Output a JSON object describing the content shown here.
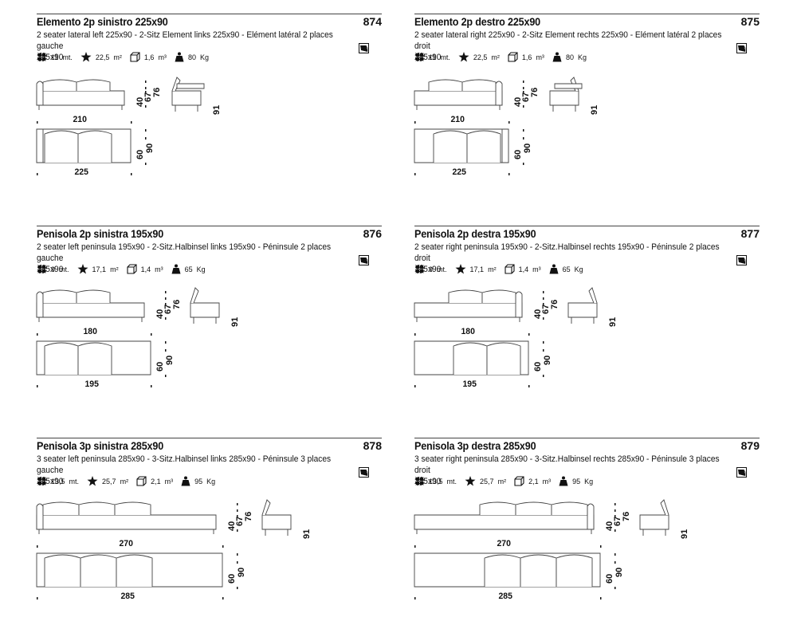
{
  "units": {
    "meters": "mt.",
    "area": "m²",
    "volume": "m³",
    "weight": "Kg"
  },
  "products": [
    {
      "title": "Elemento 2p sinistro 225x90",
      "code": "874",
      "desc_line1": "2 seater lateral left 225x90 - 2-Sitz Element links 225x90 - Elément latéral 2 places gauche",
      "desc_line2": "225x90",
      "fabric": "11",
      "leather": "22,5",
      "volume": "1,6",
      "weight": "80",
      "front_width": "210",
      "top_width": "225",
      "h1": "40",
      "h2": "67",
      "h3": "76",
      "side_depth": "91",
      "d1": "60",
      "d2": "90"
    },
    {
      "title": "Elemento 2p destro 225x90",
      "code": "875",
      "desc_line1": "2 seater lateral right 225x90 - 2-Sitz Element rechts 225x90 - Elément latéral 2 places droit",
      "desc_line2": "225x90",
      "fabric": "11",
      "leather": "22,5",
      "volume": "1,6",
      "weight": "80",
      "front_width": "210",
      "top_width": "225",
      "h1": "40",
      "h2": "67",
      "h3": "76",
      "side_depth": "91",
      "d1": "60",
      "d2": "90"
    },
    {
      "title": "Penisola 2p sinistra 195x90",
      "code": "876",
      "desc_line1": "2 seater left peninsula 195x90 - 2-Sitz.Halbinsel links 195x90 - Péninsule 2 places gauche",
      "desc_line2": "195x90",
      "fabric": "9",
      "leather": "17,1",
      "volume": "1,4",
      "weight": "65",
      "front_width": "180",
      "top_width": "195",
      "h1": "40",
      "h2": "67",
      "h3": "76",
      "side_depth": "91",
      "d1": "60",
      "d2": "90"
    },
    {
      "title": "Penisola 2p destra 195x90",
      "code": "877",
      "desc_line1": "2 seater right peninsula 195x90 - 2-Sitz.Halbinsel rechts 195x90 - Péninsule 2 places droit",
      "desc_line2": "195x90",
      "fabric": "9",
      "leather": "17,1",
      "volume": "1,4",
      "weight": "65",
      "front_width": "180",
      "top_width": "195",
      "h1": "40",
      "h2": "67",
      "h3": "76",
      "side_depth": "91",
      "d1": "60",
      "d2": "90"
    },
    {
      "title": "Penisola 3p sinistra 285x90",
      "code": "878",
      "desc_line1": "3 seater left peninsula 285x90 - 3-Sitz.Halbinsel links 285x90 - Péninsule 3 places gauche",
      "desc_line2": "285x90",
      "fabric": "13,5",
      "leather": "25,7",
      "volume": "2,1",
      "weight": "95",
      "front_width": "270",
      "top_width": "285",
      "h1": "40",
      "h2": "67",
      "h3": "76",
      "side_depth": "91",
      "d1": "60",
      "d2": "90"
    },
    {
      "title": "Penisola 3p destra 285x90",
      "code": "879",
      "desc_line1": "3 seater right peninsula 285x90 - 3-Sitz.Halbinsel rechts 285x90 - Péninsule 3 places droit",
      "desc_line2": "285x90",
      "fabric": "13,5",
      "leather": "25,7",
      "volume": "2,1",
      "weight": "95",
      "front_width": "270",
      "top_width": "285",
      "h1": "40",
      "h2": "67",
      "h3": "76",
      "side_depth": "91",
      "d1": "60",
      "d2": "90"
    }
  ]
}
